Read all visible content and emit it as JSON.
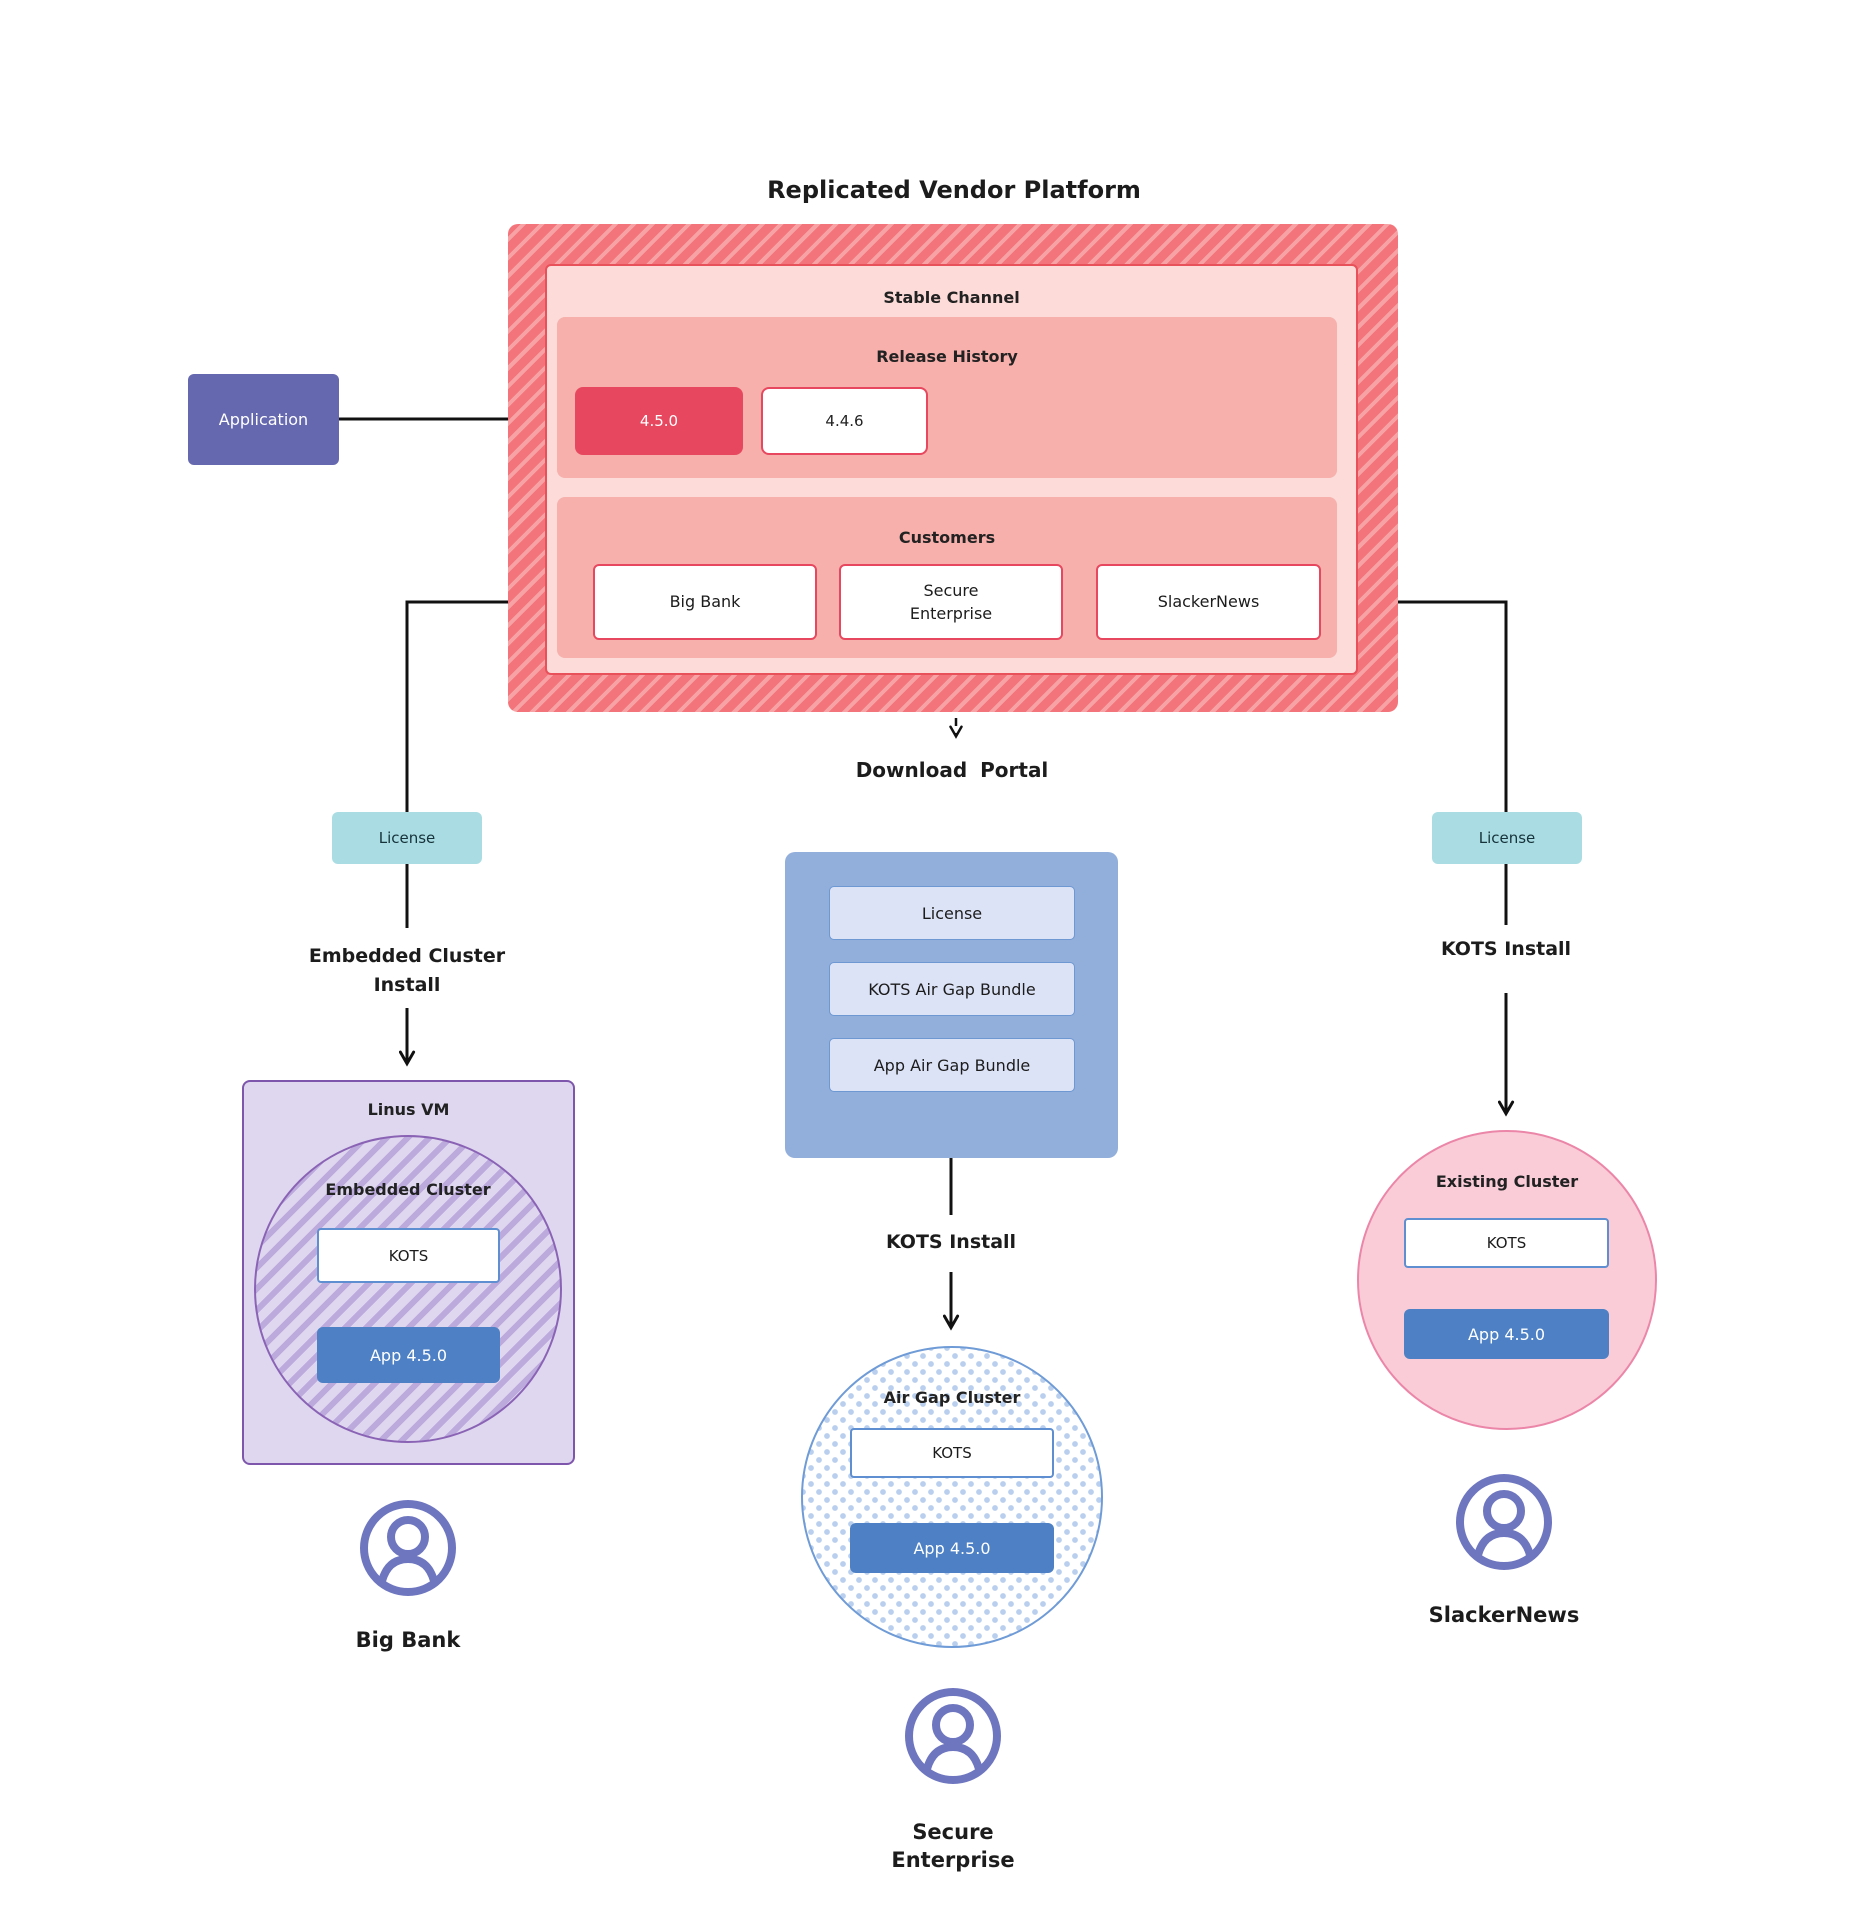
{
  "title": "Replicated Vendor Platform",
  "colors": {
    "red_hatch_dark": "#f3747a",
    "red_hatch_light": "#f7a3a6",
    "panel_pink": "#fcdbd8",
    "section_pink": "#f7b0ac",
    "red_accent": "#e8485f",
    "indigo": "#6568af",
    "cyan": "#a9dde3",
    "portal_blue": "#92aedb",
    "portal_item_blue": "#dde3f7",
    "app_blue": "#4d80c4",
    "kots_border_blue": "#5f8fd0",
    "lavender": "#ded7ef",
    "purple_border": "#7e57ad",
    "pink_fill": "#f9ccd8",
    "pink_border": "#eb86a8",
    "dot_blue": "#b9cfed",
    "user_icon": "#6e76bf",
    "line": "#111111"
  },
  "application": {
    "label": "Application"
  },
  "platform": {
    "stable_channel": {
      "label": "Stable Channel"
    },
    "release_history": {
      "label": "Release History",
      "releases": [
        {
          "version": "4.5.0"
        },
        {
          "version": "4.4.6"
        }
      ]
    },
    "customers": {
      "label": "Customers",
      "items": [
        {
          "name": "Big Bank"
        },
        {
          "name": "Secure Enterprise"
        },
        {
          "name": "SlackerNews"
        }
      ]
    }
  },
  "download_portal": {
    "title": "Download Portal",
    "items": [
      {
        "label": "License"
      },
      {
        "label": "KOTS Air Gap Bundle"
      },
      {
        "label": "App Air Gap Bundle"
      }
    ]
  },
  "flows": {
    "left": {
      "license": "License",
      "install": "Embedded Cluster Install",
      "host": "Linus VM",
      "cluster": "Embedded Cluster",
      "kots": "KOTS",
      "app": "App 4.5.0",
      "user": "Big Bank"
    },
    "middle": {
      "install": "KOTS Install",
      "cluster": "Air Gap Cluster",
      "kots": "KOTS",
      "app": "App 4.5.0",
      "user": "Secure Enterprise"
    },
    "right": {
      "license": "License",
      "install": "KOTS Install",
      "cluster": "Existing Cluster",
      "kots": "KOTS",
      "app": "App 4.5.0",
      "user": "SlackerNews"
    }
  }
}
